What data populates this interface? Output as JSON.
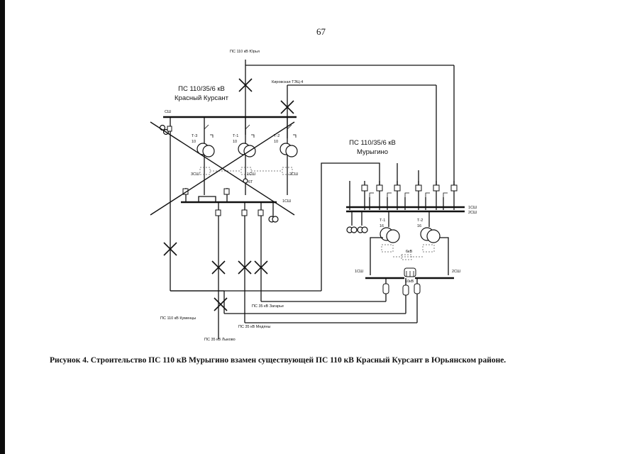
{
  "page": {
    "number": "67"
  },
  "caption": "Рисунок 4. Строительство ПС 110 кВ Мурыгино взамен существующей ПС 110 кВ Красный Курсант в Юрьянском районе.",
  "substations": {
    "old": {
      "line1": "ПС 110/35/6 кВ",
      "line2": "Красный Курсант"
    },
    "new": {
      "line1": "ПС 110/35/6 кВ",
      "line2": "Мурыгино"
    }
  },
  "lines": {
    "yuria": "ПС 110 кВ Юрья",
    "kirov_tec": "Кировская ТЭЦ-4",
    "kurenci": "ПС 110 кВ Куменцы",
    "zagarie": "ПС 35 кВ Загарье",
    "medyany": "ПС 35 кВ Медяны",
    "lyvovo": "ПС 35 кВ Лыково"
  },
  "old_station": {
    "t3": "Т-3",
    "t3_rating": "10",
    "t1": "Т-1",
    "t1_rating": "10",
    "t2": "Т-2",
    "t2_rating": "10",
    "bus_1sh": "1СШ",
    "bus_sh": "СШ",
    "sec_3sh": "3СШ",
    "sec_1sh": "1СШ",
    "sec_2sh": "2СШ",
    "mid_label": "6Т"
  },
  "new_station": {
    "bus_1sh": "1СШ",
    "bus_2sh": "2СШ",
    "t1": "Т-1",
    "t1_rating": "16",
    "t2": "Т-2",
    "t2_rating": "16",
    "kv6": "6кВ",
    "low_1sh": "1СШ",
    "low_2sh": "2СШ",
    "switch": "10кВ"
  }
}
